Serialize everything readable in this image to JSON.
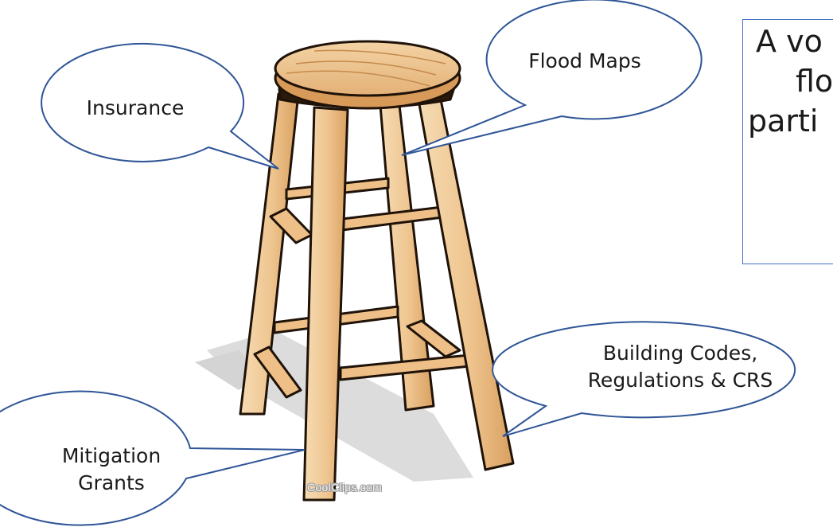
{
  "callouts": {
    "insurance": "Insurance",
    "flood_maps": "Flood Maps",
    "building_codes": "Building Codes,\nRegulations & CRS",
    "mitigation_grants": "Mitigation\nGrants"
  },
  "textbox": {
    "line1": "A vo",
    "line2": "flo",
    "line3": "parti"
  },
  "watermark": "CoolClips.com",
  "colors": {
    "callout_border": "#2f5597",
    "textbox_border": "#4472c4",
    "wood_light": "#f2cc98",
    "wood_mid": "#e3ae6c",
    "wood_dark": "#c98d4e",
    "outline": "#1f1208"
  }
}
